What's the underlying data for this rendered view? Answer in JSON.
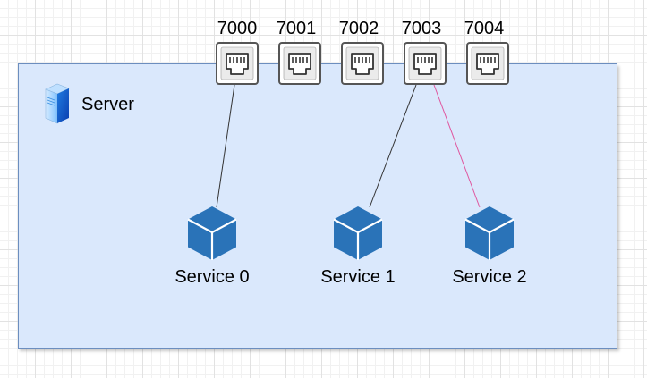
{
  "server": {
    "label": "Server",
    "icon": "server-icon"
  },
  "ports": [
    {
      "label": "7000",
      "icon": "ethernet-port-icon"
    },
    {
      "label": "7001",
      "icon": "ethernet-port-icon"
    },
    {
      "label": "7002",
      "icon": "ethernet-port-icon"
    },
    {
      "label": "7003",
      "icon": "ethernet-port-icon"
    },
    {
      "label": "7004",
      "icon": "ethernet-port-icon"
    }
  ],
  "services": [
    {
      "label": "Service 0",
      "icon": "cube-icon"
    },
    {
      "label": "Service 1",
      "icon": "cube-icon"
    },
    {
      "label": "Service 2",
      "icon": "cube-icon"
    }
  ],
  "connections": [
    {
      "from": "7000",
      "to": "Service 0",
      "color": "#333333"
    },
    {
      "from": "7003",
      "to": "Service 1",
      "color": "#333333"
    },
    {
      "from": "7003",
      "to": "Service 2",
      "color": "#e0559e"
    }
  ],
  "colors": {
    "container_fill": "#dae8fc",
    "container_border": "#6c8ebf",
    "cube_blue": "#2a73b8",
    "highlight_link": "#e0559e"
  }
}
